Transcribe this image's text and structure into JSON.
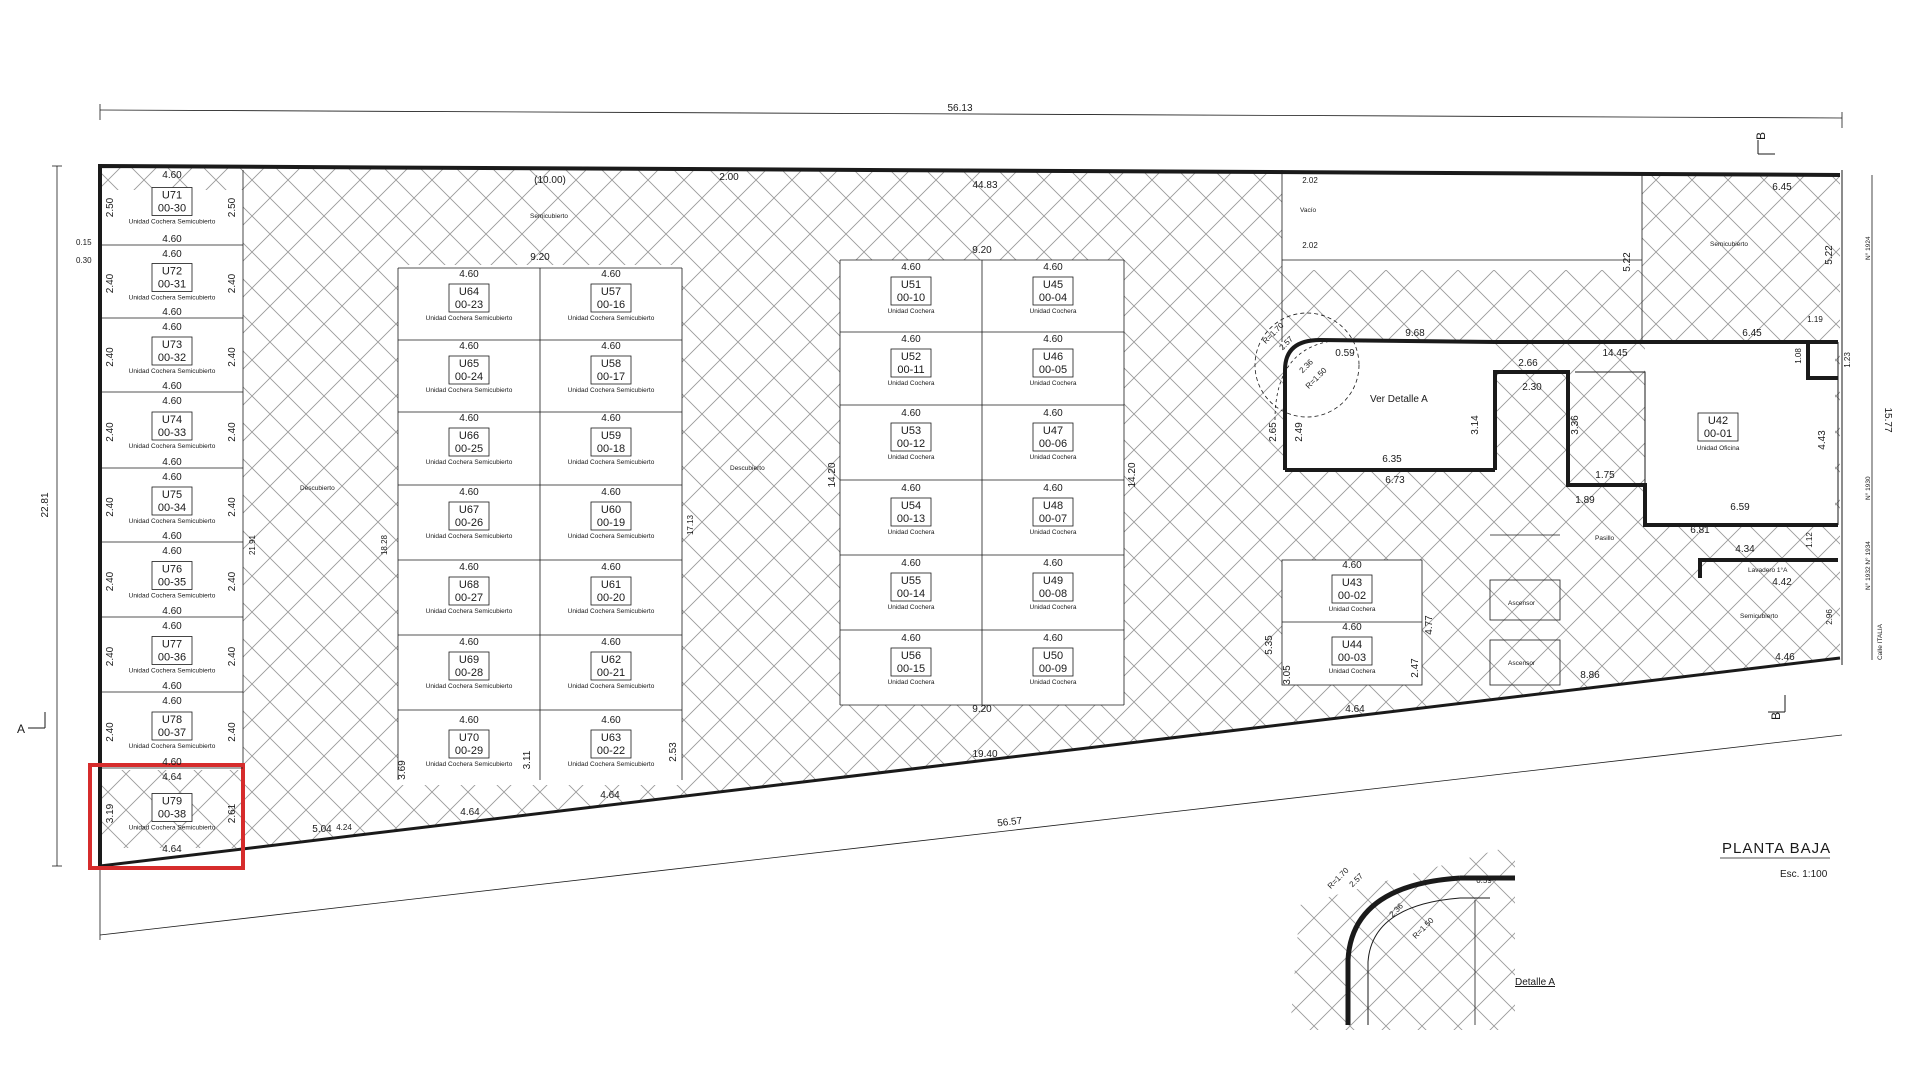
{
  "plan": {
    "title": "PLANTA BAJA",
    "scale": "Esc. 1:100",
    "detail_callout": "Ver Detalle A",
    "detail_label": "Detalle A",
    "section_a": "A",
    "section_b": "B",
    "colors": {
      "line": "#1a1a1a",
      "hatch": "#9a9a9a",
      "highlight": "#d62c2c"
    }
  },
  "labels": {
    "semicubierto": "Semicubierto",
    "descubierto": "Descubierto",
    "vacio": "Vacío",
    "pasillo": "Pasillo",
    "ascensor": "Ascensor",
    "lavadero": "Lavadero 1°A",
    "unit_type_semi": "Unidad Cochera Semicubierto",
    "unit_type": "Unidad Cochera",
    "oficina_type": "Unidad Oficina"
  },
  "street": {
    "n1924": "N° 1924",
    "n1930": "N° 1930",
    "n1932": "N° 1932 N° 1934",
    "italia": "Calle ITALIA"
  },
  "dims": {
    "top": "56.13",
    "bottom": "56.57",
    "left": "22.81",
    "right": "15.77",
    "inner_top": "44.83",
    "d9_20": "9.20",
    "d6_45": "6.45",
    "d9_68": "9.68",
    "d14_45": "14.45",
    "d19_40": "19.40",
    "d14_20": "14.20",
    "d4_64": "4.64",
    "d8_86": "8.86",
    "d5_22": "5.22",
    "d10_00": "(10.00)",
    "d2_00": "2.00",
    "d2_02": "2.02",
    "d6_35": "6.35",
    "d6_73": "6.73",
    "d6_59": "6.59",
    "d6_81": "6.81",
    "d4_34": "4.34",
    "d4_42": "4.42",
    "d4_46": "4.46",
    "d2_66": "2.66",
    "d2_30": "2.30",
    "d3_14": "3.14",
    "d3_36": "3.36",
    "d1_89": "1.89",
    "d1_75": "1.75",
    "d0_59": "0.59",
    "d4_43": "4.43",
    "d5_35": "5.35",
    "d3_05": "3.05",
    "d4_77": "4.77",
    "d2_47": "2.47",
    "d3_69": "3.69",
    "d3_11": "3.11",
    "d2_53": "2.53",
    "d5_04": "5.04",
    "d4_24": "4.24",
    "d2_65": "2.65",
    "d2_49": "2.49",
    "d2_36": "2.36",
    "d2_57": "2.57",
    "r1_70": "R=1.70",
    "r1_50": "R=1.50",
    "d21_91": "21.91",
    "d18_28": "18.28",
    "d17_13": "17.13",
    "d1_19": "1.19",
    "d1_08": "1.08",
    "d1_23": "1.23",
    "d0_15": "0.15",
    "d0_30": "0.30",
    "d1_12": "1.12",
    "d2_96": "2.96"
  },
  "left_units": [
    {
      "id": "U71",
      "code": "00-30",
      "w": "4.60",
      "h": "2.50"
    },
    {
      "id": "U72",
      "code": "00-31",
      "w": "4.60",
      "h": "2.40"
    },
    {
      "id": "U73",
      "code": "00-32",
      "w": "4.60",
      "h": "2.40"
    },
    {
      "id": "U74",
      "code": "00-33",
      "w": "4.60",
      "h": "2.40"
    },
    {
      "id": "U75",
      "code": "00-34",
      "w": "4.60",
      "h": "2.40"
    },
    {
      "id": "U76",
      "code": "00-35",
      "w": "4.60",
      "h": "2.40"
    },
    {
      "id": "U77",
      "code": "00-36",
      "w": "4.60",
      "h": "2.40"
    },
    {
      "id": "U78",
      "code": "00-37",
      "w": "4.60",
      "h": "2.40"
    },
    {
      "id": "U79",
      "code": "00-38",
      "w": "4.64",
      "h": "3.19",
      "h2": "2.61"
    }
  ],
  "mid_left_units": [
    {
      "id": "U64",
      "code": "00-23"
    },
    {
      "id": "U65",
      "code": "00-24"
    },
    {
      "id": "U66",
      "code": "00-25"
    },
    {
      "id": "U67",
      "code": "00-26"
    },
    {
      "id": "U68",
      "code": "00-27"
    },
    {
      "id": "U69",
      "code": "00-28"
    },
    {
      "id": "U70",
      "code": "00-29"
    }
  ],
  "mid_right_units": [
    {
      "id": "U57",
      "code": "00-16"
    },
    {
      "id": "U58",
      "code": "00-17"
    },
    {
      "id": "U59",
      "code": "00-18"
    },
    {
      "id": "U60",
      "code": "00-19"
    },
    {
      "id": "U61",
      "code": "00-20"
    },
    {
      "id": "U62",
      "code": "00-21"
    },
    {
      "id": "U63",
      "code": "00-22"
    }
  ],
  "center_left_units": [
    {
      "id": "U51",
      "code": "00-10"
    },
    {
      "id": "U52",
      "code": "00-11"
    },
    {
      "id": "U53",
      "code": "00-12"
    },
    {
      "id": "U54",
      "code": "00-13"
    },
    {
      "id": "U55",
      "code": "00-14"
    },
    {
      "id": "U56",
      "code": "00-15"
    }
  ],
  "center_right_units": [
    {
      "id": "U45",
      "code": "00-04"
    },
    {
      "id": "U46",
      "code": "00-05"
    },
    {
      "id": "U47",
      "code": "00-06"
    },
    {
      "id": "U48",
      "code": "00-07"
    },
    {
      "id": "U49",
      "code": "00-08"
    },
    {
      "id": "U50",
      "code": "00-09"
    }
  ],
  "right_units": [
    {
      "id": "U43",
      "code": "00-02"
    },
    {
      "id": "U44",
      "code": "00-03"
    }
  ],
  "office": {
    "id": "U42",
    "code": "00-01"
  }
}
